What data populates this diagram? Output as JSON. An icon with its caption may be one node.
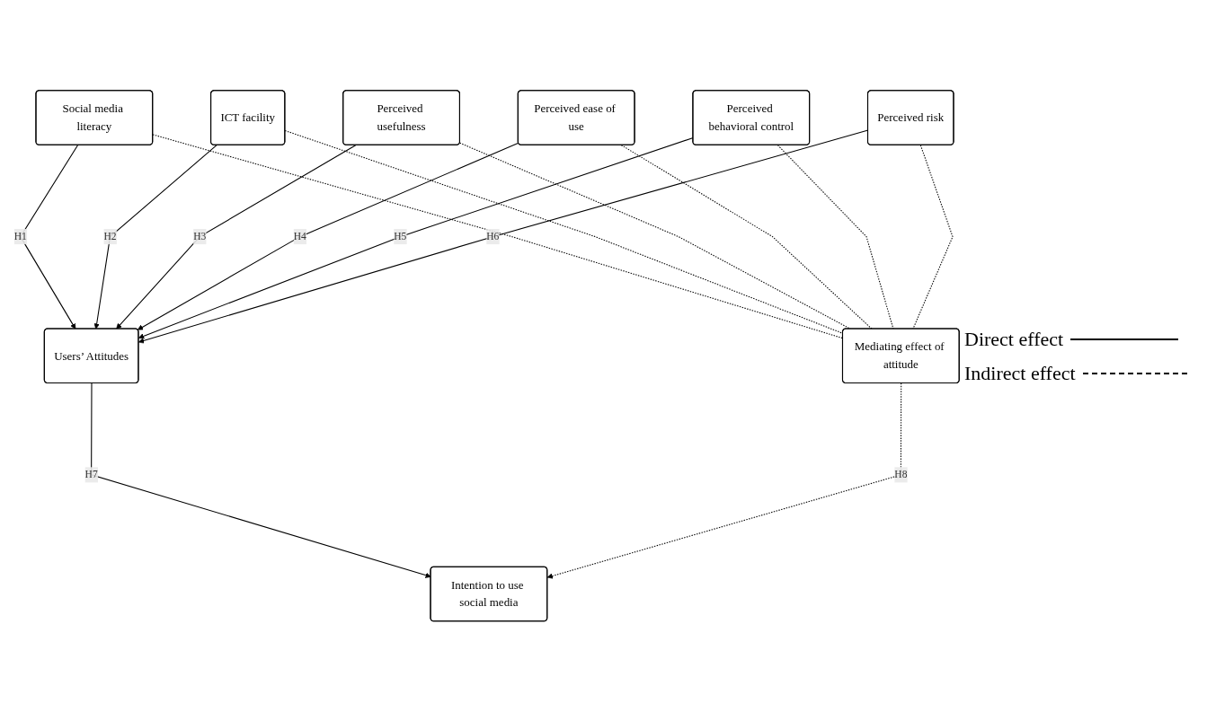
{
  "diagram": {
    "nodes": [
      {
        "text": [
          "Mediating effect of attitude"
        ]
      },
      {
        "text": [
          "Social media literacy"
        ]
      },
      {
        "text": [
          "ICT facility"
        ]
      },
      {
        "text": [
          "Perceived usefulness"
        ]
      },
      {
        "text": [
          "Perceived ease of use"
        ]
      },
      {
        "text": [
          "Perceived behavioral control"
        ]
      },
      {
        "text": [
          "Perceived risk"
        ]
      },
      {
        "text": [
          "Users’ Attitudes"
        ]
      },
      {
        "text": [
          "Intention to use social media"
        ]
      }
    ],
    "edges": [
      {
        "from": 1,
        "to": 7,
        "label": "H1",
        "arrow": "to"
      },
      {
        "from": 2,
        "to": 7,
        "label": "H2",
        "arrow": "to"
      },
      {
        "from": 3,
        "to": 7,
        "label": "H3",
        "arrow": "to"
      },
      {
        "from": 4,
        "to": 7,
        "label": "H4",
        "arrow": "to"
      },
      {
        "from": 5,
        "to": 7,
        "label": "H5",
        "arrow": "to"
      },
      {
        "from": 6,
        "to": 7,
        "label": "H6",
        "arrow": "to"
      },
      {
        "from": 7,
        "to": 8,
        "label": "H7",
        "arrow": "to"
      },
      {
        "from": 1,
        "to": 0,
        "arrow": "none",
        "style": "dashed"
      },
      {
        "from": 2,
        "to": 0,
        "arrow": "none",
        "style": "dashed"
      },
      {
        "from": 3,
        "to": 0,
        "arrow": "none",
        "style": "dashed"
      },
      {
        "from": 4,
        "to": 0,
        "arrow": "none",
        "style": "dashed"
      },
      {
        "from": 5,
        "to": 0,
        "arrow": "none",
        "style": "dashed"
      },
      {
        "from": 6,
        "to": 0,
        "arrow": "none",
        "style": "dashed"
      },
      {
        "from": 0,
        "to": 8,
        "label": "H8",
        "arrow": "to",
        "style": "dashed"
      }
    ],
    "legend": [
      {
        "text": "Direct effect"
      },
      {
        "text": "Indirect effect"
      }
    ]
  }
}
